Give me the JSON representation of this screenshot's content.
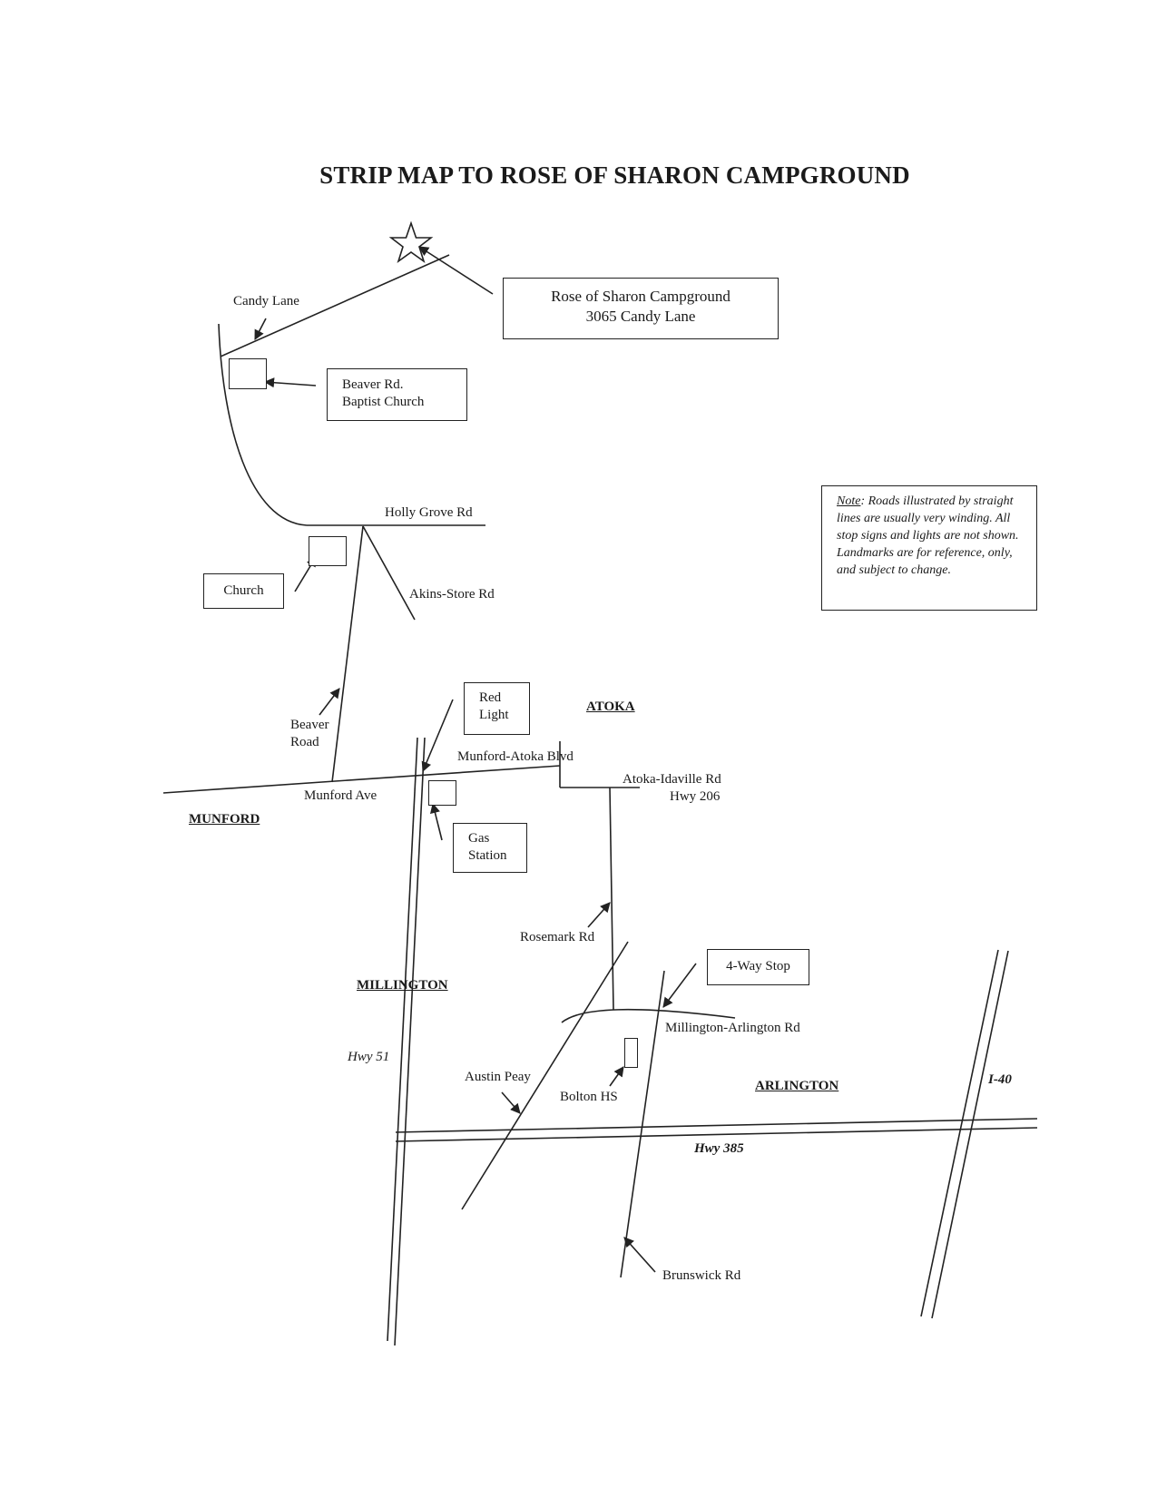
{
  "title": "STRIP MAP TO ROSE OF SHARON CAMPGROUND",
  "destination": {
    "name": "Rose of Sharon Campground",
    "address": "3065 Candy Lane"
  },
  "note": {
    "lead": "Note",
    "text": ": Roads illustrated by straight lines are usually very winding.  All stop signs and lights are not shown. Landmarks are for reference, only, and subject to change."
  },
  "towns": {
    "munford": "MUNFORD",
    "atoka": "ATOKA",
    "millington": "MILLINGTON",
    "arlington": "ARLINGTON"
  },
  "roads": {
    "candy_lane": "Candy Lane",
    "holly_grove": "Holly Grove Rd",
    "akins_store": "Akins-Store Rd",
    "beaver_road_1": "Beaver",
    "beaver_road_2": "Road",
    "munford_atoka": "Munford-Atoka Blvd",
    "munford_ave": "Munford Ave",
    "atoka_idaville": "Atoka-Idaville Rd",
    "hwy_206": "Hwy 206",
    "rosemark": "Rosemark Rd",
    "millington_arlington": "Millington-Arlington Rd",
    "austin_peay": "Austin Peay",
    "hwy_51": "Hwy 51",
    "hwy_385": "Hwy 385",
    "i40": "I-40",
    "brunswick": "Brunswick Rd"
  },
  "landmarks": {
    "beaver_church_1": "Beaver Rd.",
    "beaver_church_2": "Baptist Church",
    "church": "Church",
    "red_light_1": "Red",
    "red_light_2": "Light",
    "gas_station_1": "Gas",
    "gas_station_2": "Station",
    "four_way_stop": "4-Way Stop",
    "bolton_hs": "Bolton HS"
  },
  "icons": {
    "destination": "star-icon"
  }
}
